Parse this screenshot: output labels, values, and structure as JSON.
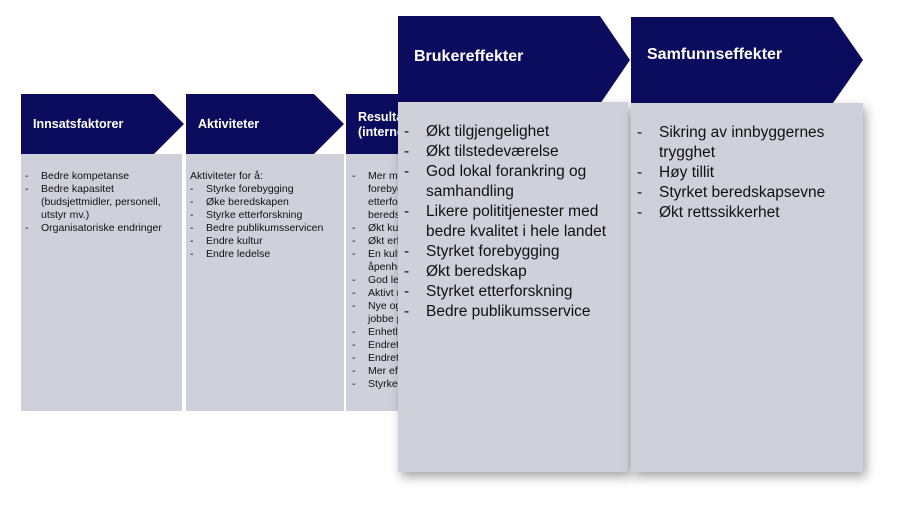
{
  "columns": {
    "innsats": {
      "title": "Innsatsfaktorer",
      "items": [
        "Bedre kompetanse",
        "Bedre kapasitet (budsjettmidler, personell, utstyr mv.)",
        "Organisatoriske endringer"
      ]
    },
    "aktiviteter": {
      "title": "Aktiviteter",
      "intro": "Aktiviteter for å:",
      "items": [
        "Styrke forebygging",
        "Øke beredskapen",
        "Styrke etterforskning",
        "Bedre publikumsservicen",
        "Endre kultur",
        "Endre ledelse"
      ]
    },
    "resultater": {
      "title_line1": "Resulta",
      "title_line2": "(interne",
      "items": [
        "Mer ma",
        "forebyg",
        "etterfor",
        "bereds",
        "Økt ku",
        "Økt erf",
        "En kult",
        "åpenhe",
        "God le",
        "Aktivt r",
        "Nye og",
        "jobbe p",
        "Enhetli",
        "Endret",
        "Endret",
        "Mer eff",
        "Styrket"
      ]
    },
    "brukereffekter": {
      "title": "Brukereffekter",
      "items": [
        "Økt tilgjengelighet",
        "Økt tilstedeværelse",
        "God lokal forankring og samhandling",
        "Likere polititjenester med bedre kvalitet i hele landet",
        "Styrket forebygging",
        "Økt beredskap",
        "Styrket etterforskning",
        "Bedre publikumsservice"
      ]
    },
    "samfunnseffekter": {
      "title": "Samfunnseffekter",
      "items": [
        "Sikring av innbyggernes trygghet",
        "Høy tillit",
        "Styrket beredskapsevne",
        "Økt rettssikkerhet"
      ]
    }
  },
  "colors": {
    "header": "#0c0c5e",
    "panel": "#cfd0da",
    "header_text": "#ffffff"
  }
}
